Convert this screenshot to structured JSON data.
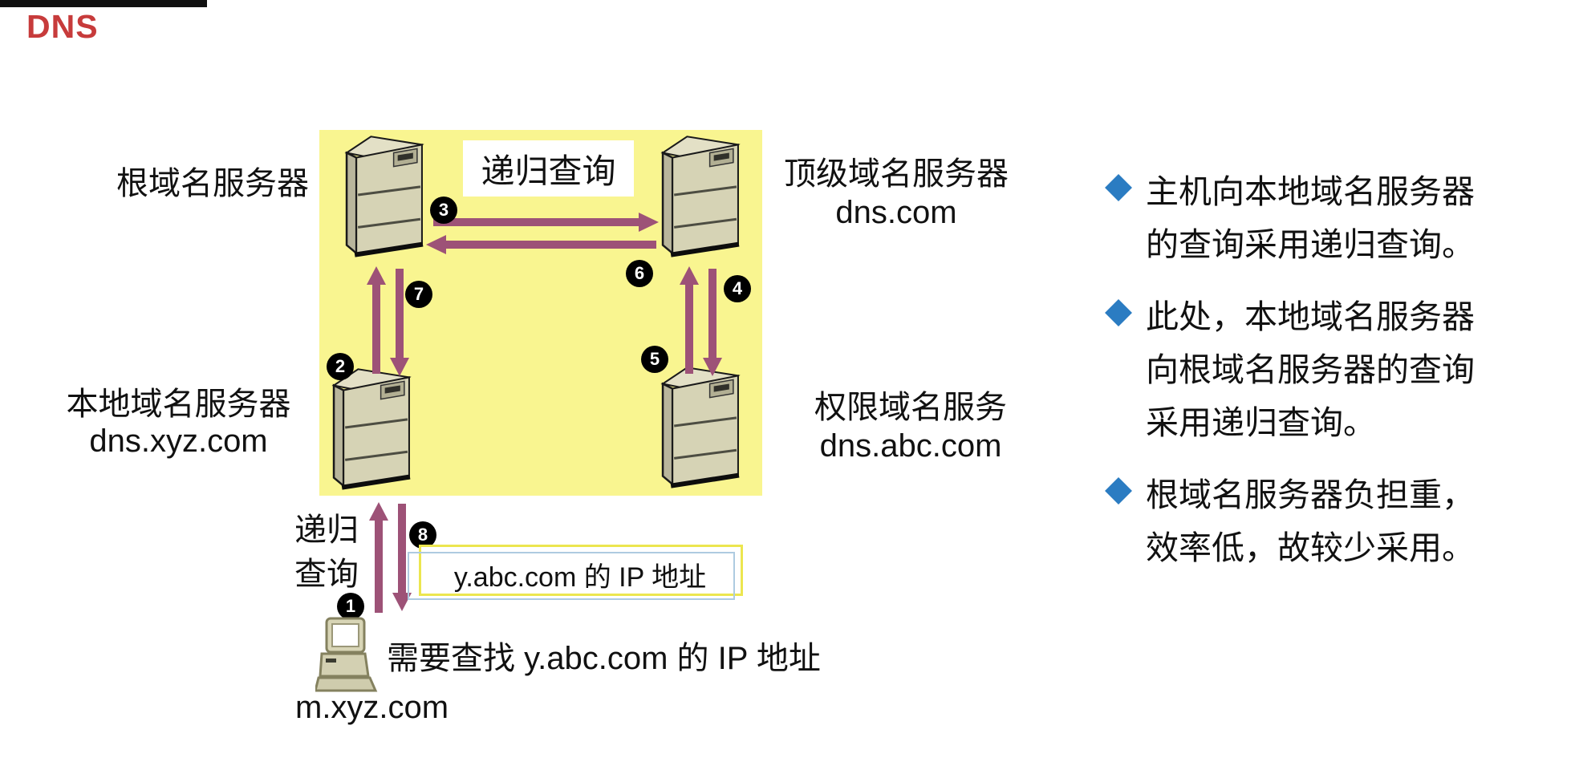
{
  "page": {
    "title": "DNS"
  },
  "colors": {
    "title_red": "#c73b3b",
    "panel_yellow": "#f9f590",
    "arrow_purple": "#9d5277",
    "note_bullet_blue": "#2b7cc2",
    "callout_border_yellow": "#ece64f",
    "callout_border_blue": "#aecbe1",
    "badge_black": "#000000"
  },
  "diagram": {
    "recursive_box_label": "递归查询",
    "servers": {
      "root": {
        "label": "根域名服务器"
      },
      "tld": {
        "label": "顶级域名服务器",
        "domain": "dns.com"
      },
      "local": {
        "label": "本地域名服务器",
        "domain": "dns.xyz.com"
      },
      "auth": {
        "label": "权限域名服务",
        "domain": "dns.abc.com"
      }
    },
    "steps": [
      "1",
      "2",
      "3",
      "4",
      "5",
      "6",
      "7",
      "8"
    ],
    "recursive_side": {
      "line1": "递归",
      "line2": "查询"
    },
    "ip_result_label": "y.abc.com 的 IP 地址",
    "host_query": "需要查找 y.abc.com 的 IP 地址",
    "host_name": "m.xyz.com"
  },
  "notes": [
    {
      "text": "主机向本地域名服务器的查询采用递归查询。"
    },
    {
      "text": "此处，本地域名服务器向根域名服务器的查询采用递归查询。"
    },
    {
      "text": "根域名服务器负担重，效率低，故较少采用。"
    }
  ]
}
